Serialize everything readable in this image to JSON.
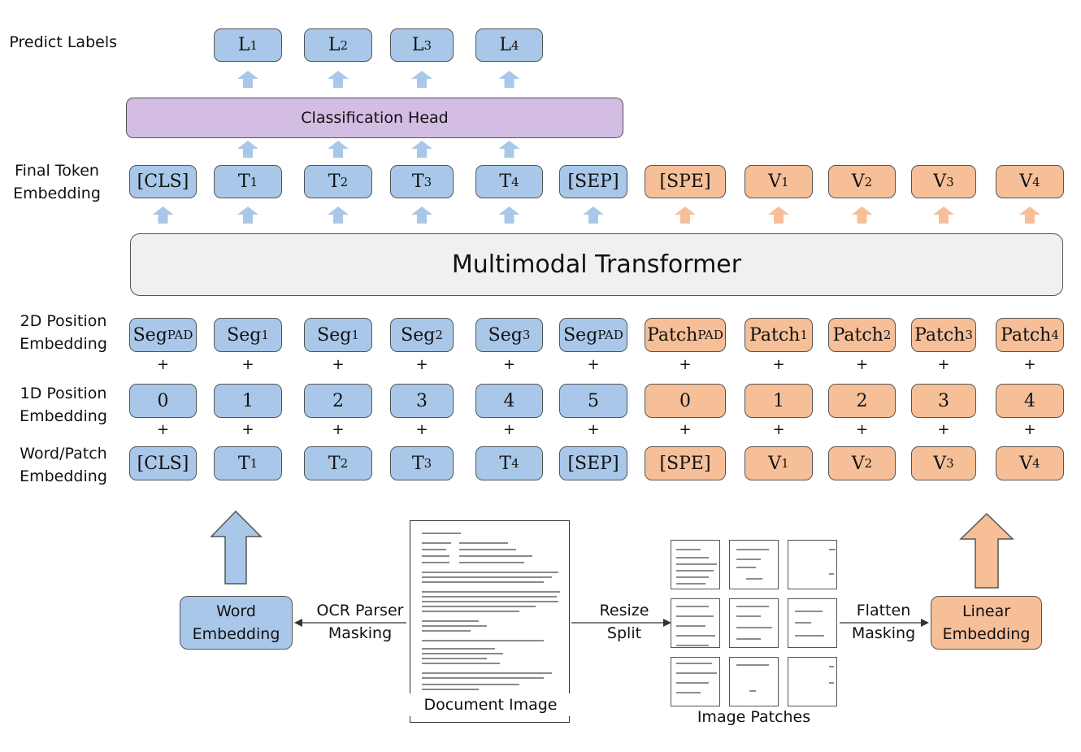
{
  "rows": {
    "predict": {
      "label": "Predict Labels",
      "boxes": [
        {
          "t": "L",
          "s": "1"
        },
        {
          "t": "L",
          "s": "2"
        },
        {
          "t": "L",
          "s": "3"
        },
        {
          "t": "L",
          "s": "4"
        }
      ]
    },
    "head": {
      "label": "Classification Head"
    },
    "final": {
      "label_lines": [
        "Final Token",
        "Embedding"
      ],
      "text_boxes": [
        {
          "t": "[CLS]",
          "s": ""
        },
        {
          "t": "T",
          "s": "1"
        },
        {
          "t": "T",
          "s": "2"
        },
        {
          "t": "T",
          "s": "3"
        },
        {
          "t": "T",
          "s": "4"
        },
        {
          "t": "[SEP]",
          "s": ""
        }
      ],
      "image_boxes": [
        {
          "t": "[SPE]",
          "s": ""
        },
        {
          "t": "V",
          "s": "1"
        },
        {
          "t": "V",
          "s": "2"
        },
        {
          "t": "V",
          "s": "3"
        },
        {
          "t": "V",
          "s": "4"
        }
      ]
    },
    "transformer": {
      "label": "Multimodal Transformer"
    },
    "pos2d": {
      "label_lines": [
        "2D Position",
        "Embedding"
      ],
      "text_boxes": [
        {
          "t": "Seg",
          "s": "PAD"
        },
        {
          "t": "Seg",
          "s": "1"
        },
        {
          "t": "Seg",
          "s": "1"
        },
        {
          "t": "Seg",
          "s": "2"
        },
        {
          "t": "Seg",
          "s": "3"
        },
        {
          "t": "Seg",
          "s": "PAD"
        }
      ],
      "image_boxes": [
        {
          "t": "Patch",
          "s": "PAD"
        },
        {
          "t": "Patch",
          "s": "1"
        },
        {
          "t": "Patch",
          "s": "2"
        },
        {
          "t": "Patch",
          "s": "3"
        },
        {
          "t": "Patch",
          "s": "4"
        }
      ]
    },
    "pos1d": {
      "label_lines": [
        "1D Position",
        "Embedding"
      ],
      "text_boxes": [
        {
          "t": "0",
          "s": ""
        },
        {
          "t": "1",
          "s": ""
        },
        {
          "t": "2",
          "s": ""
        },
        {
          "t": "3",
          "s": ""
        },
        {
          "t": "4",
          "s": ""
        },
        {
          "t": "5",
          "s": ""
        }
      ],
      "image_boxes": [
        {
          "t": "0",
          "s": ""
        },
        {
          "t": "1",
          "s": ""
        },
        {
          "t": "2",
          "s": ""
        },
        {
          "t": "3",
          "s": ""
        },
        {
          "t": "4",
          "s": ""
        }
      ]
    },
    "word": {
      "label_lines": [
        "Word/Patch",
        "Embedding"
      ],
      "text_boxes": [
        {
          "t": "[CLS]",
          "s": ""
        },
        {
          "t": "T",
          "s": "1"
        },
        {
          "t": "T",
          "s": "2"
        },
        {
          "t": "T",
          "s": "3"
        },
        {
          "t": "T",
          "s": "4"
        },
        {
          "t": "[SEP]",
          "s": ""
        }
      ],
      "image_boxes": [
        {
          "t": "[SPE]",
          "s": ""
        },
        {
          "t": "V",
          "s": "1"
        },
        {
          "t": "V",
          "s": "2"
        },
        {
          "t": "V",
          "s": "3"
        },
        {
          "t": "V",
          "s": "4"
        }
      ]
    }
  },
  "plus_symbol": "+",
  "bottom": {
    "word_embedding_lines": [
      "Word",
      "Embedding"
    ],
    "ocr_lines": [
      "OCR Parser",
      "Masking"
    ],
    "document_image": "Document Image",
    "resize_lines": [
      "Resize",
      "Split"
    ],
    "image_patches": "Image Patches",
    "flatten_lines": [
      "Flatten",
      "Masking"
    ],
    "linear_embedding_lines": [
      "Linear",
      "Embedding"
    ]
  },
  "colors": {
    "text_token": "#a9c8e9",
    "image_token": "#f6bf98",
    "head": "#d3bde3",
    "transformer": "#f0f0f0",
    "text_arrow": "#a9c8e9",
    "image_arrow": "#f6bf98"
  },
  "icons": [
    "up-arrow-icon",
    "left-arrow-icon",
    "right-arrow-icon"
  ]
}
